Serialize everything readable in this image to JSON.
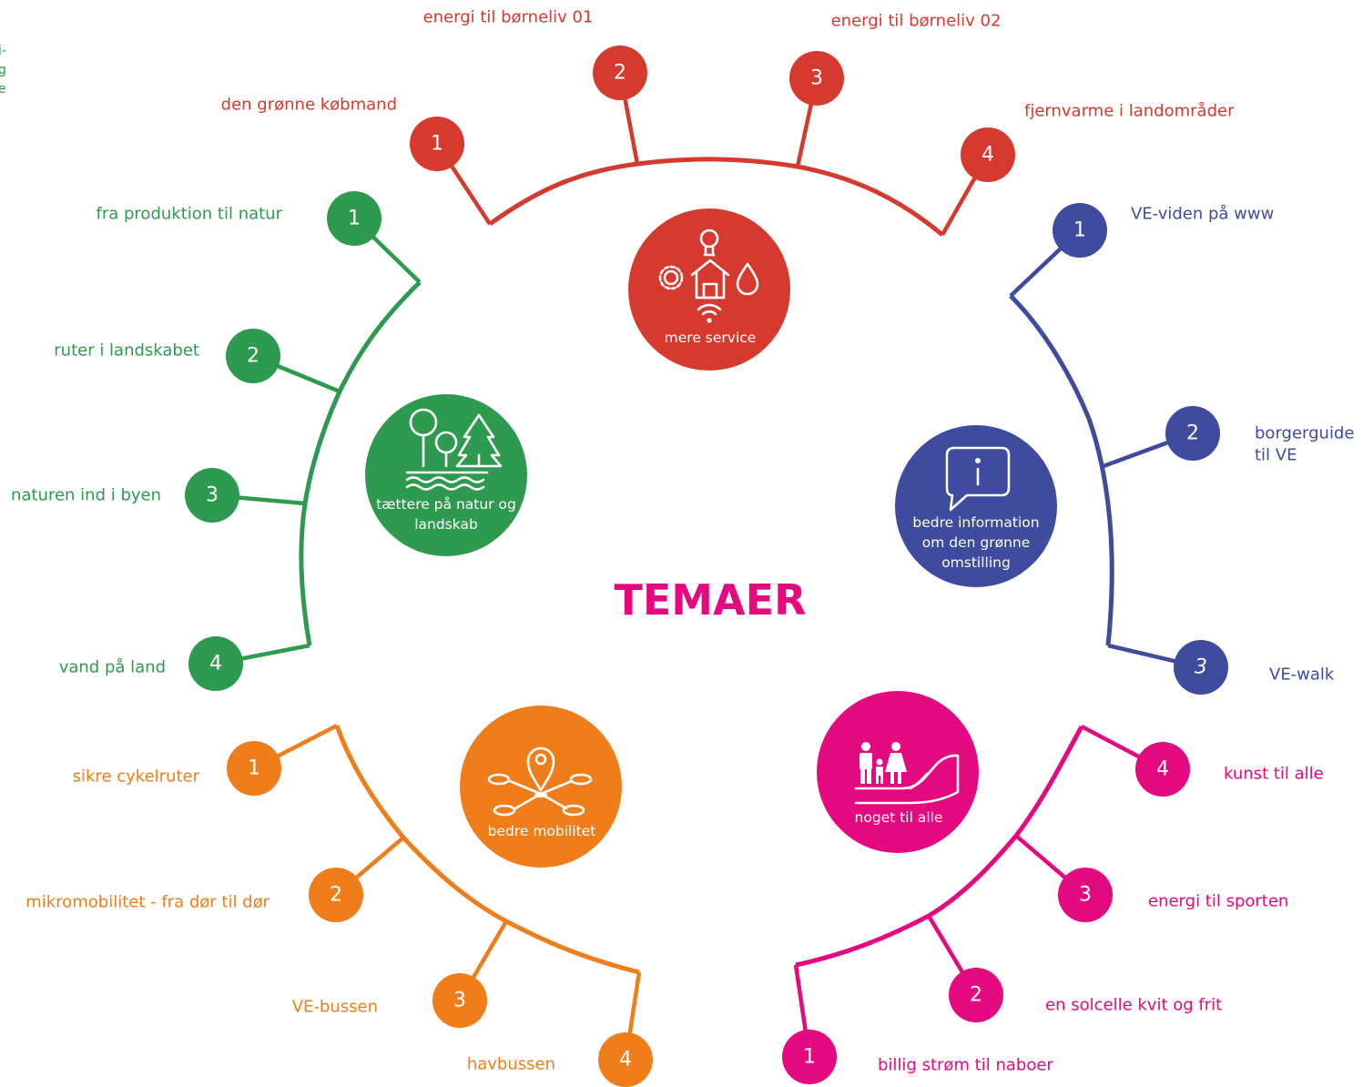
{
  "title": "TEMAER",
  "colors": {
    "red": "#d63a2e",
    "green": "#2e9a4f",
    "blue": "#3f4b9e",
    "magenta": "#e5097f",
    "orange": "#ef7d1a",
    "title": "#e5097f"
  },
  "edge_text": [
    "i-",
    "g",
    "e"
  ],
  "themes": {
    "service": {
      "label_lines": [
        "mere service"
      ],
      "icon": "smart-home-icon",
      "items": [
        {
          "num": "1",
          "label": "den grønne købmand"
        },
        {
          "num": "2",
          "label": "energi til børneliv 01"
        },
        {
          "num": "3",
          "label": "energi til børneliv 02"
        },
        {
          "num": "4",
          "label": "fjernvarme i landområder"
        }
      ]
    },
    "nature": {
      "label_lines": [
        "tættere på natur og",
        "landskab"
      ],
      "icon": "trees-landscape-icon",
      "items": [
        {
          "num": "1",
          "label": "fra produktion til natur"
        },
        {
          "num": "2",
          "label": "ruter i landskabet"
        },
        {
          "num": "3",
          "label": "naturen ind i byen"
        },
        {
          "num": "4",
          "label": "vand på land"
        }
      ]
    },
    "information": {
      "label_lines": [
        "bedre information",
        "om den grønne",
        "omstilling"
      ],
      "icon": "info-speech-bubble-icon",
      "items": [
        {
          "num": "1",
          "label_lines": [
            "VE-viden på www"
          ]
        },
        {
          "num": "2",
          "label_lines": [
            "borgerguide",
            "til VE"
          ]
        },
        {
          "num": "3",
          "label_lines": [
            "VE-walk"
          ]
        }
      ]
    },
    "mobility": {
      "label_lines": [
        "bedre mobilitet"
      ],
      "icon": "location-network-icon",
      "items": [
        {
          "num": "1",
          "label": "sikre cykelruter"
        },
        {
          "num": "2",
          "label": "mikromobilitet - fra dør til dør"
        },
        {
          "num": "3",
          "label": "VE-bussen"
        },
        {
          "num": "4",
          "label": "havbussen"
        }
      ]
    },
    "everyone": {
      "label_lines": [
        "noget til alle"
      ],
      "icon": "family-hand-icon",
      "items": [
        {
          "num": "1",
          "label": "billig strøm til naboer"
        },
        {
          "num": "2",
          "label": "en solcelle kvit og frit"
        },
        {
          "num": "3",
          "label": "energi til sporten"
        },
        {
          "num": "4",
          "label": "kunst til alle"
        }
      ]
    }
  }
}
